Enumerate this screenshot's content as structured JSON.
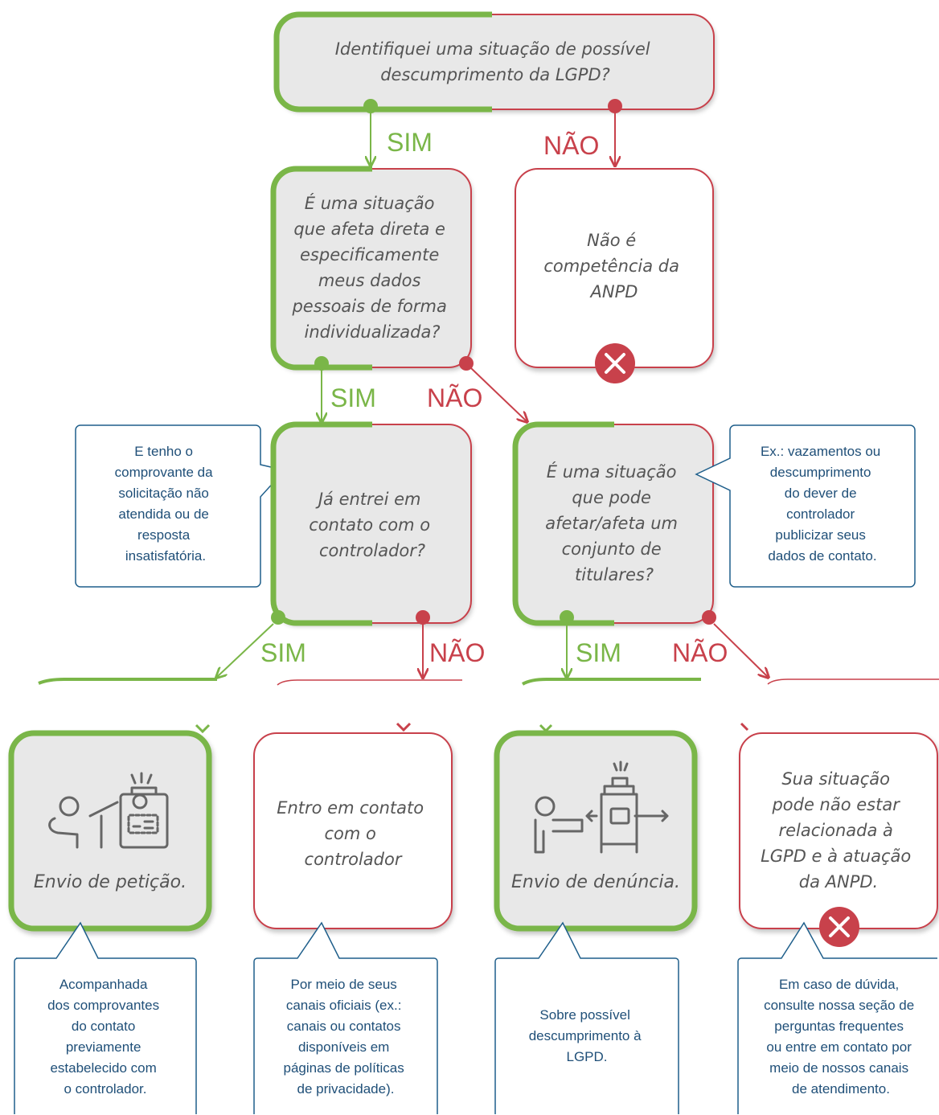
{
  "colors": {
    "yes": "#7ab648",
    "no": "#c8414b",
    "note_border": "#1f5f8b",
    "box_gray": "#e8e8e8"
  },
  "labels": {
    "yes": "SIM",
    "no": "NÃO"
  },
  "q1": [
    "Identifiquei uma situação de possível",
    "descumprimento da LGPD?"
  ],
  "q2": [
    "É uma situação",
    "que afeta direta e",
    "especificamente",
    "meus dados",
    "pessoais de forma",
    "individualizada?"
  ],
  "not_anpd": [
    "Não é",
    "competência da",
    "ANPD"
  ],
  "q3": [
    "Já entrei em",
    "contato com o",
    "controlador?"
  ],
  "q4": [
    "É uma situação",
    "que pode",
    "afetar/afeta um",
    "conjunto de",
    "titulares?"
  ],
  "note_q3": [
    "E tenho o",
    "comprovante da",
    "solicitação não",
    "atendida ou de",
    "resposta",
    "insatisfatória."
  ],
  "note_q4": [
    "Ex.: vazamentos ou",
    "descumprimento",
    "do dever de",
    "controlador",
    "publicizar seus",
    "dados de contato."
  ],
  "out_peticao": "Envio de petição.",
  "out_contato": [
    "Entro em contato",
    "com o",
    "controlador"
  ],
  "out_denuncia": "Envio de denúncia.",
  "out_nao_lgpd": [
    "Sua situação",
    "pode não estar",
    "relacionada à",
    "LGPD e à atuação",
    "da ANPD."
  ],
  "note_peticao": [
    "Acompanhada",
    "dos comprovantes",
    "do contato",
    "previamente",
    "estabelecido com",
    "o controlador."
  ],
  "note_contato": [
    "Por meio de seus",
    "canais oficiais (ex.:",
    "canais ou contatos",
    "disponíveis em",
    "páginas de políticas",
    "de privacidade)."
  ],
  "note_denuncia": [
    "Sobre possível",
    "descumprimento à",
    "LGPD."
  ],
  "note_duvida": [
    "Em caso de dúvida,",
    "consulte nossa seção de",
    "perguntas frequentes",
    "ou entre em contato por",
    "meio de nossos canais",
    "de atendimento."
  ]
}
